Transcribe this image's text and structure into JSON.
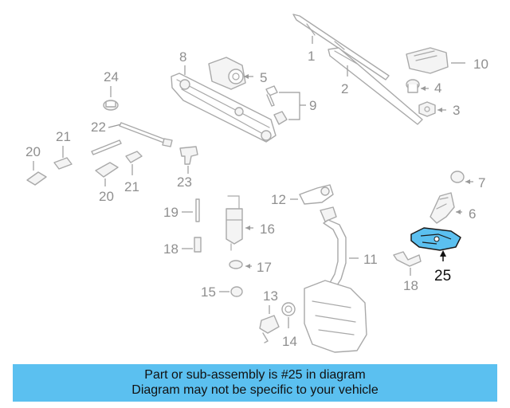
{
  "diagram": {
    "highlighted_part": "25",
    "highlight_color": "#5bc0f0",
    "callouts": {
      "c1": "1",
      "c2": "2",
      "c3": "3",
      "c4": "4",
      "c5": "5",
      "c6": "6",
      "c7": "7",
      "c8": "8",
      "c9": "9",
      "c10": "10",
      "c11": "11",
      "c12": "12",
      "c13": "13",
      "c14": "14",
      "c15": "15",
      "c16": "16",
      "c17": "17",
      "c18a": "18",
      "c18b": "18",
      "c19": "19",
      "c20a": "20",
      "c20b": "20",
      "c21a": "21",
      "c21b": "21",
      "c22": "22",
      "c23": "23",
      "c24": "24",
      "c25": "25"
    }
  },
  "caption": {
    "line1": "Part or sub-assembly is #25 in diagram",
    "line2": "Diagram may not be specific to your vehicle",
    "background": "#5bc0f0"
  }
}
